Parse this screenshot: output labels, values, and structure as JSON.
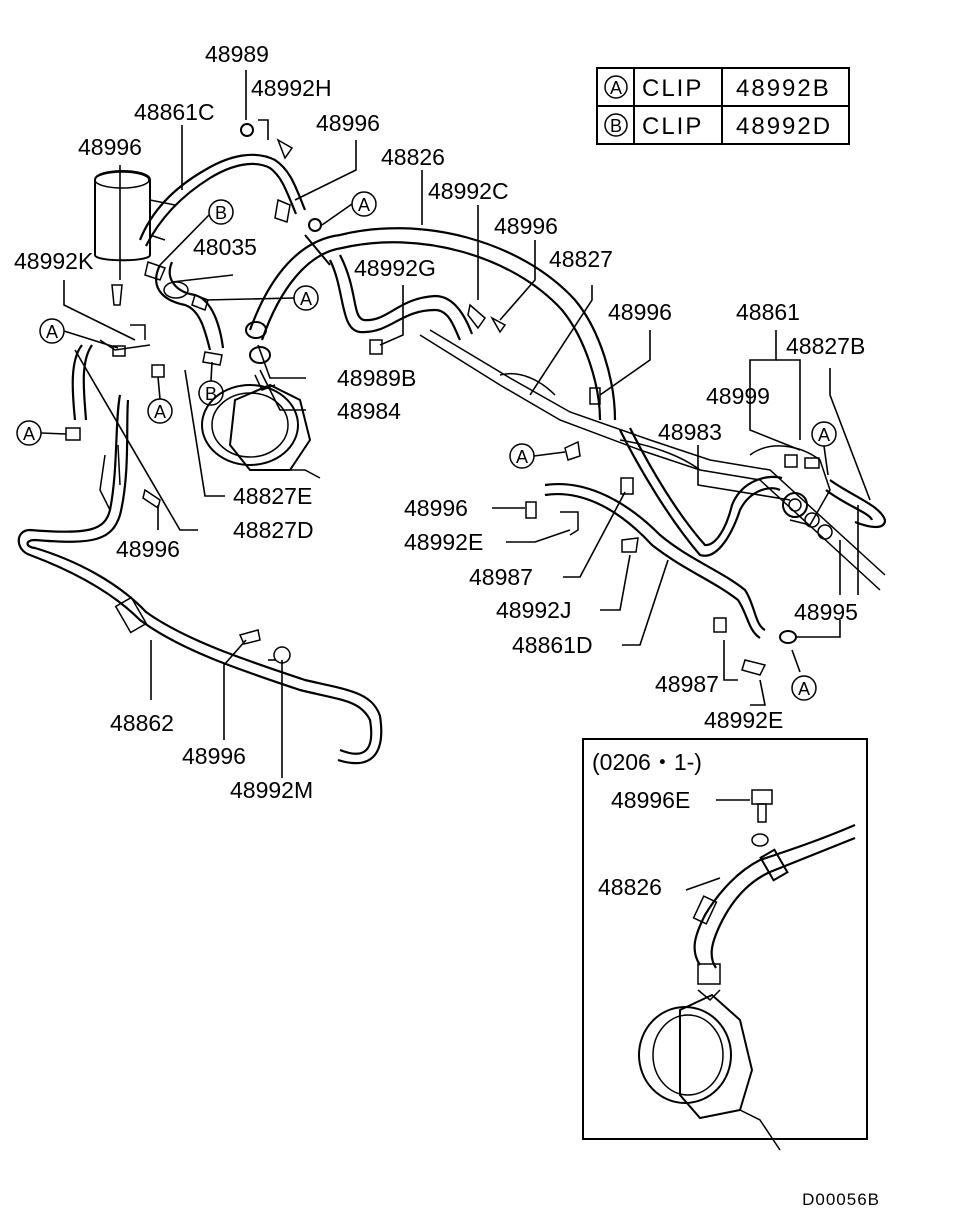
{
  "legend": {
    "rows": [
      {
        "symbol": "A",
        "name": "CLIP",
        "part": "48992B"
      },
      {
        "symbol": "B",
        "name": "CLIP",
        "part": "48992D"
      }
    ]
  },
  "callouts": {
    "p48989": "48989",
    "p48992H": "48992H",
    "p48861C": "48861C",
    "p48996_top": "48996",
    "p48996_left": "48996",
    "p48826": "48826",
    "p48992C": "48992C",
    "p48996_mid": "48996",
    "p48035": "48035",
    "p48992K": "48992K",
    "p48992G": "48992G",
    "p48827": "48827",
    "p48996_right": "48996",
    "p48861": "48861",
    "p48827B": "48827B",
    "p48999": "48999",
    "p48989B": "48989B",
    "p48984": "48984",
    "p48983": "48983",
    "p48827E": "48827E",
    "p48827D": "48827D",
    "p48996_lower": "48996",
    "p48996_center": "48996",
    "p48992E_center": "48992E",
    "p48987_center": "48987",
    "p48992J": "48992J",
    "p48861D": "48861D",
    "p48995": "48995",
    "p48987_lower": "48987",
    "p48992E_lower": "48992E",
    "p48862": "48862",
    "p48996_bottom": "48996",
    "p48992M": "48992M"
  },
  "clip_markers": {
    "a": "A",
    "b": "B"
  },
  "inset": {
    "date_range": "(0206・1-)",
    "p48996E": "48996E",
    "p48826": "48826"
  },
  "diagram_code": "D00056B"
}
